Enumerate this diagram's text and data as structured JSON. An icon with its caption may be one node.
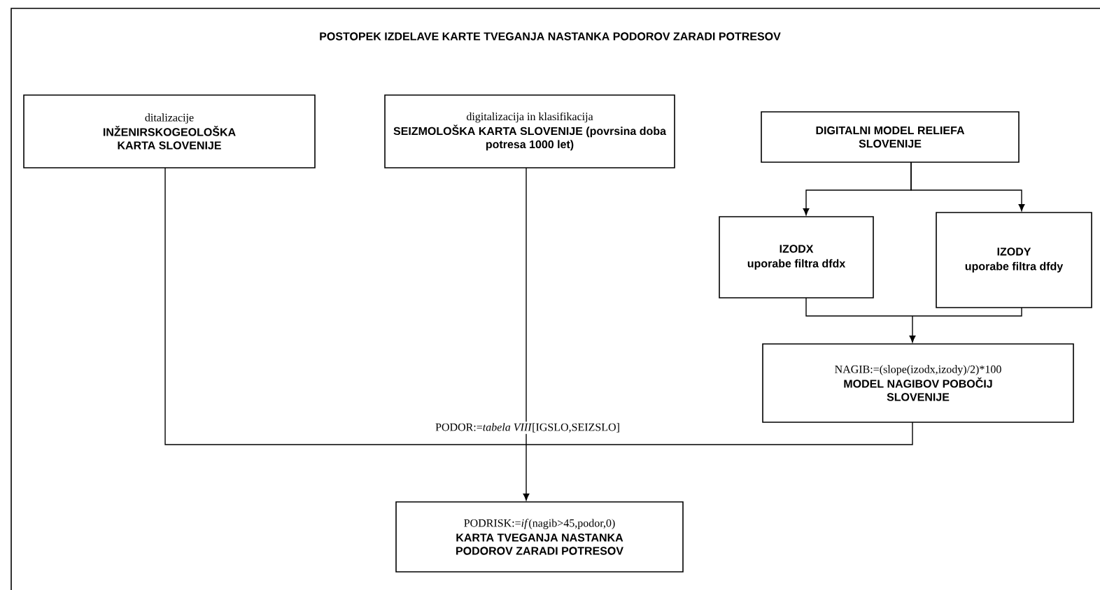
{
  "diagram": {
    "title": "POSTOPEK IZDELAVE KARTE TVEGANJA NASTANKA PODOROV ZARADI POTRESOV",
    "nodes": [
      {
        "text": [
          "ditalizacije",
          "INŽENIRSKOGEOLOŠKA KARTA SLOVENIJE"
        ]
      },
      {
        "text": [
          "digitalizacija in klasifikacija",
          "SEIZMOLOŠKA KARTA SLOVENIJE (povrsina doba potresa 1000 let)"
        ]
      },
      {
        "text": [
          "DIGITALNI MODEL RELIEFA SLOVENIJE"
        ]
      },
      {
        "text": [
          "IZODX",
          "uporabe filtra dfdx"
        ]
      },
      {
        "text": [
          "IZODY",
          "uporabe filtra dfdy"
        ]
      },
      {
        "text": [
          "NAGIB:=(slope(izodx,izody)/2)*100",
          "MODEL NAGIBOV POBOČIJ SLOVENIJE"
        ]
      },
      {
        "text": [
          "PODRISK:=*if*(nagib>45,podor,0)",
          "KARTA TVEGANJA NASTANKA PODOROV ZARADI POTRESOV"
        ]
      }
    ],
    "edges": [
      {
        "from": 2,
        "to": 3,
        "arrow": "to"
      },
      {
        "from": 2,
        "to": 4,
        "arrow": "to"
      },
      {
        "from": 3,
        "to": 5,
        "arrow": "to"
      },
      {
        "from": 4,
        "to": 5,
        "arrow": "to"
      },
      {
        "from": 0,
        "to": 6,
        "arrow": "to"
      },
      {
        "from": 1,
        "to": 6,
        "arrow": "to",
        "label": "PODOR:=*tabela VIII*[IGSLO,SEIZSLO]"
      },
      {
        "from": 5,
        "to": 6,
        "arrow": "to"
      }
    ]
  }
}
